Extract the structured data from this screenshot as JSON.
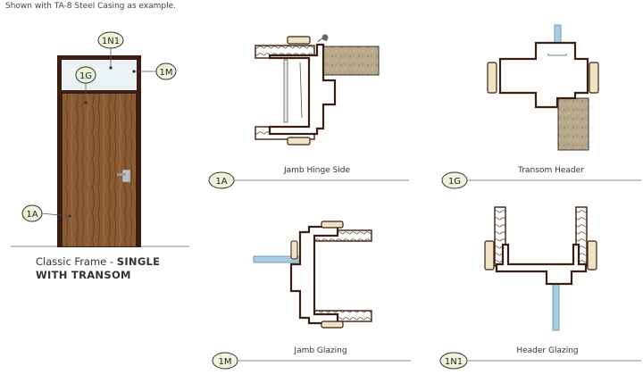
{
  "header_note": "Shown with TA-8 Steel Casing as example.",
  "door": {
    "caption_prefix": "Classic Frame - ",
    "caption_bold_line1": "SINGLE",
    "caption_bold_line2": "WITH TRANSOM",
    "tags": {
      "transom": "1N1",
      "glazing": "1G",
      "mullion": "1M",
      "jamb": "1A"
    }
  },
  "details": [
    {
      "tag": "1A",
      "label": "Jamb Hinge Side"
    },
    {
      "tag": "1G",
      "label": "Transom Header"
    },
    {
      "tag": "1M",
      "label": "Jamb Glazing"
    },
    {
      "tag": "1N1",
      "label": "Header Glazing"
    }
  ],
  "colors": {
    "frame": "#3a1e12",
    "door_wood": "#8a5a33",
    "glass": "#a9cfe3",
    "wall": "#b9a98c",
    "line": "#888888"
  }
}
